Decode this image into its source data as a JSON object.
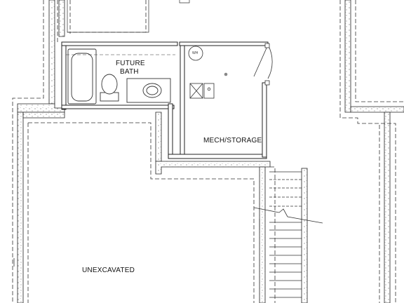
{
  "plan": {
    "rooms": {
      "future_bath_line1": "FUTURE",
      "future_bath_line2": "BATH",
      "mech_storage": "MECH/STORAGE",
      "unexcavated": "UNEXCAVATED"
    },
    "fixtures": {
      "water_heater_label": "WH"
    },
    "icons": [
      "bathtub-icon",
      "toilet-icon",
      "sink-icon",
      "water-heater-icon",
      "furnace-icon",
      "floor-drain-icon",
      "door-swing-icon",
      "stair-break-icon"
    ],
    "colors": {
      "line": "#222222",
      "wall_fill": "#ffffff",
      "dashed_line": "#333333"
    }
  }
}
